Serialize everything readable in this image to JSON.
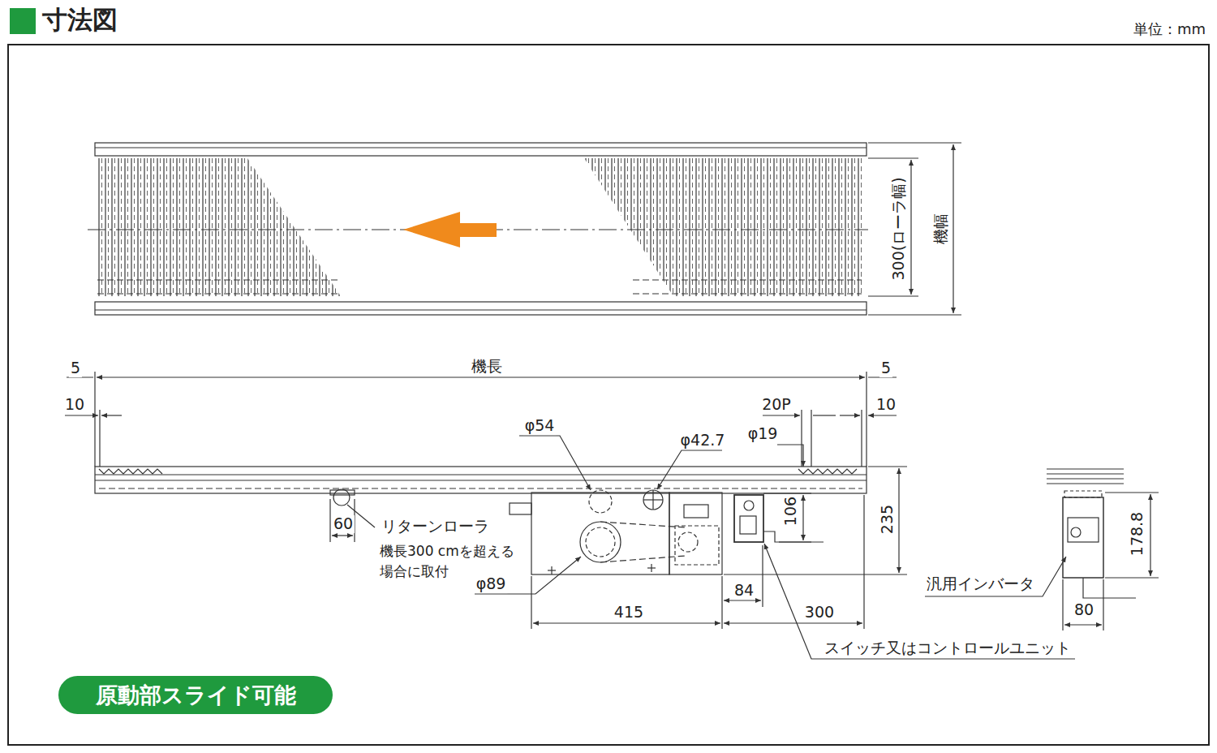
{
  "diagram": {
    "title": "寸法図",
    "nodes": [
      {
        "text": [
          "原動部スライド可能"
        ]
      }
    ],
    "labels": [
      "単位：mm",
      "300(ローラ幅)",
      "機幅",
      "5",
      "機長",
      "5",
      "10",
      "20P",
      "10",
      "φ54",
      "φ42.7",
      "φ19",
      "106",
      "235",
      "60",
      "リターンローラ",
      "機長300 cmを超える 場合に取付",
      "φ89",
      "415",
      "84",
      "300",
      "汎用インバータ",
      "178.8",
      "80",
      "スイッチ又はコントロールユニット"
    ]
  }
}
